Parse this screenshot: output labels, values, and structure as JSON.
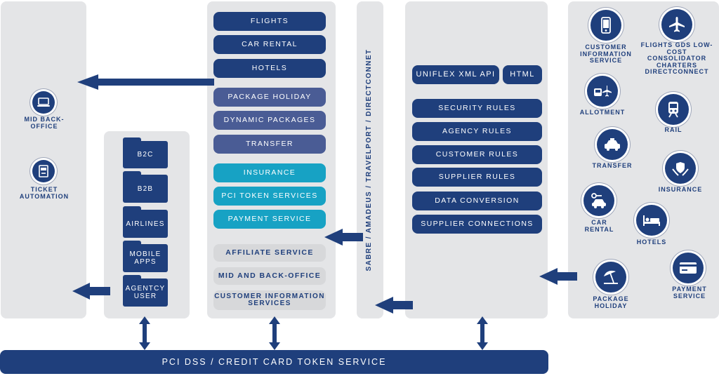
{
  "mid_back_office_panel": {
    "mid_back_office": "Mid Back-Office",
    "ticket_automation": "ticket Automation"
  },
  "channels": [
    "B2C",
    "B2B",
    "Airlines",
    "Mobile Apps",
    "Agentcy User"
  ],
  "core_services": {
    "products": [
      "flights",
      "Car Rental",
      "Hotels"
    ],
    "packages": [
      "Package Holiday",
      "Dynamic Packages",
      "Transfer"
    ],
    "payments": [
      "Insurance",
      "PCI Token Services",
      "Payment Service"
    ],
    "extras": [
      "Affiliate Service",
      "Mid and Back-Office",
      "Customer Information Services"
    ]
  },
  "gds_connectors": "sabre / Amadeus / travelport / DirectConnet",
  "engine": {
    "api": "Uniflex XML API",
    "html": "HTML",
    "rules": [
      "Security rules",
      "agency rules",
      "Customer Rules",
      "Supplier rules",
      "Data conversion",
      "supplier Connections"
    ]
  },
  "suppliers": {
    "customer_info": "Customer Information Service",
    "flights": "Flights GDS Low-Cost Consolidator Charters DirectConnect",
    "allotment": "Allotment",
    "rail": "Rail",
    "transfer": "Transfer",
    "insurance": "Insurance",
    "car_rental": "Car Rental",
    "hotels": "Hotels",
    "package_holiday": "Package Holiday",
    "payment_service": "Payment Service"
  },
  "footer_bar": "PCI DSS / Credit Card Token Service",
  "colors": {
    "navy": "#1f3f7c",
    "slate": "#4a5c95",
    "teal": "#17a2c4",
    "panel": "#e4e5e7",
    "grey_button": "#d7d8da"
  },
  "icons": [
    "laptop-icon",
    "ticket-machine-icon",
    "phone-icon",
    "airplane-icon",
    "bus-plane-icon",
    "train-icon",
    "taxi-icon",
    "hands-shield-icon",
    "car-key-icon",
    "bed-icon",
    "beach-umbrella-icon",
    "credit-card-icon"
  ]
}
